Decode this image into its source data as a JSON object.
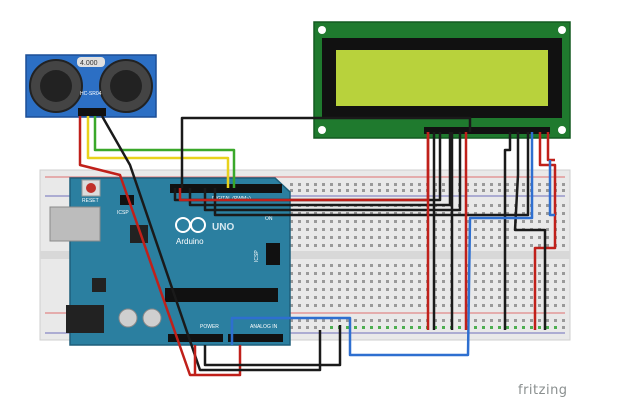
{
  "sensor": {
    "display_value": "4.000",
    "model": "HC-SR04"
  },
  "arduino": {
    "brand": "Arduino",
    "model": "UNO",
    "reset_label": "RESET",
    "icsp_label": "ICSP",
    "icsp2_label": "ICSP",
    "digital_label": "DIGITAL (PWM~)",
    "power_label": "POWER",
    "analog_label": "ANALOG IN",
    "on_label": "ON",
    "tx_label": "TX",
    "rx_label": "RX"
  },
  "footer": {
    "watermark": "fritzing"
  },
  "colors": {
    "wire_red": "#c0201a",
    "wire_black": "#1a1a1a",
    "wire_yellow": "#e8d21c",
    "wire_green": "#3aa82a",
    "wire_blue": "#2e6fd0",
    "arduino_board": "#2b7fa0",
    "lcd_board": "#1f7a2e",
    "lcd_screen": "#b8d23c",
    "sensor_board": "#2c6fc4",
    "breadboard": "#e6e6e6"
  }
}
